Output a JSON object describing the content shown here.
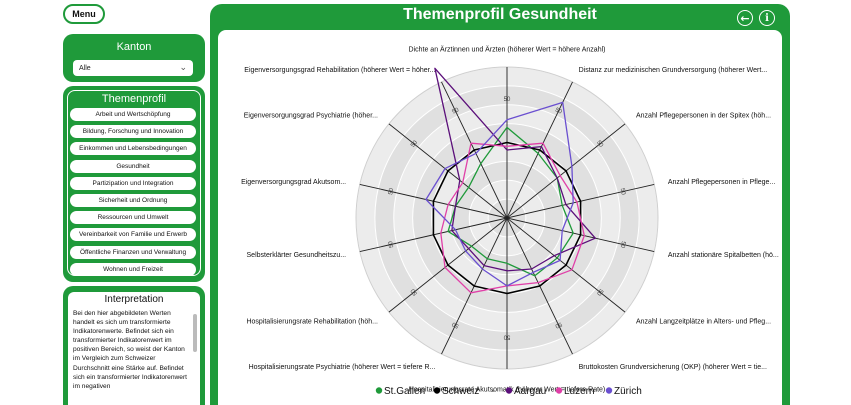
{
  "menu": {
    "label": "Menu"
  },
  "kanton": {
    "title": "Kanton",
    "selected": "Alle"
  },
  "themenprofil": {
    "title": "Themenprofil",
    "items": [
      "Arbeit und Wertschöpfung",
      "Bildung, Forschung und Innovation",
      "Einkommen und Lebensbedingungen",
      "Gesundheit",
      "Partizipation und Integration",
      "Sicherheit und Ordnung",
      "Ressourcen und Umwelt",
      "Vereinbarkeit von Familie und Erwerb",
      "Öffentliche Finanzen und Verwaltung",
      "Wohnen und Freizeit"
    ]
  },
  "interpretation": {
    "title": "Interpretation",
    "text": "Bei den hier abgebildeten Werten handelt es sich um transformierte Indikatorenwerte. Befindet sich ein transformierter Indikatorenwert im positiven Bereich, so weist der Kanton im Vergleich zum Schweizer Durchschnitt eine Stärke auf. Befindet sich ein transformierter Indikatorenwert im negativen"
  },
  "main": {
    "title": "Themenprofil Gesundheit"
  },
  "icons": {
    "back": "arrow-left-circle-icon",
    "info": "info-circle-icon"
  },
  "colors": {
    "brand_green": "#1f9a3a"
  },
  "chart_data": {
    "type": "radar",
    "axes": [
      "Dichte an Ärztinnen und Ärzten (höherer Wert = höhere Anzahl)",
      "Distanz zur medizinischen Grundversorgung (höherer Wert...",
      "Anzahl Pflegepersonen in der Spitex (höh...",
      "Anzahl Pflegepersonen in Pflege...",
      "Anzahl stationäre Spitalbetten (hö...",
      "Anzahl Langzeitplätze in Alters- und Pfleg...",
      "Bruttokosten Grundversicherung (OKP) (höherer Wert = tie...",
      "Hospitalisierungsrate Akutsomatik (höherer Wert = tiefere Rate)",
      "Hospitalisierungsrate Psychiatrie (höherer Wert = tiefere R...",
      "Hospitalisierungsrate Rehabilitation (höh...",
      "Selbsterklärter Gesundheitszu...",
      "Eigenversorgungsgrad Akutsom...",
      "Eigenversorgungsgrad Psychiatrie (höher...",
      "Eigenversorgungsgrad Rehabilitation (höherer Wert = höher..."
    ],
    "tick_label": "50",
    "range": [
      -100,
      100
    ],
    "series": [
      {
        "name": "St.Gallen",
        "color": "#1f9a3a",
        "values": [
          20,
          -5,
          -15,
          -25,
          -10,
          -15,
          -15,
          -40,
          -40,
          -40,
          -20,
          -30,
          -35,
          -20
        ]
      },
      {
        "name": "Schweiz",
        "color": "#000000",
        "values": [
          0,
          0,
          0,
          0,
          0,
          0,
          0,
          0,
          0,
          0,
          0,
          0,
          0,
          0
        ]
      },
      {
        "name": "-",
        "color": "#999999",
        "values": []
      },
      {
        "name": "Aargau",
        "color": "#5b0f7a",
        "values": [
          -10,
          5,
          -15,
          -20,
          20,
          -20,
          -25,
          -30,
          -30,
          -35,
          -25,
          -30,
          -20,
          120
        ]
      },
      {
        "name": "Luzern",
        "color": "#e040a8",
        "values": [
          -5,
          10,
          -10,
          -5,
          5,
          10,
          -5,
          -10,
          10,
          5,
          -10,
          -20,
          -25,
          10
        ]
      },
      {
        "name": "Zürich",
        "color": "#6a4fd0",
        "values": [
          30,
          70,
          10,
          -10,
          -25,
          -10,
          -20,
          -10,
          -25,
          -30,
          -30,
          10,
          5,
          -5
        ]
      }
    ]
  }
}
